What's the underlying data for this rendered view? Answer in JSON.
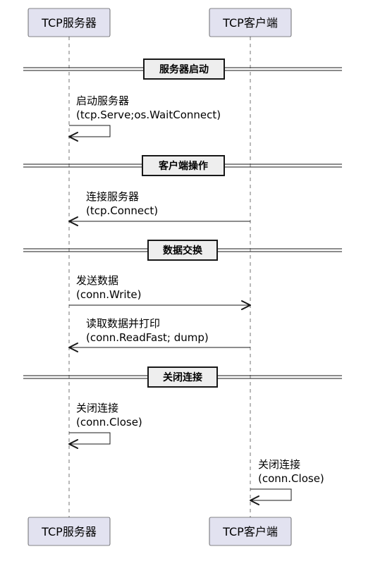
{
  "participants": {
    "server": "TCP服务器",
    "client": "TCP客户端"
  },
  "dividers": {
    "server_start": "服务器启动",
    "client_ops": "客户端操作",
    "data_exchange": "数据交换",
    "close_conn": "关闭连接"
  },
  "messages": {
    "start_server": {
      "line1": "启动服务器",
      "line2": "(tcp.Serve;os.WaitConnect)"
    },
    "connect": {
      "line1": "连接服务器",
      "line2": "(tcp.Connect)"
    },
    "send": {
      "line1": "发送数据",
      "line2": "(conn.Write)"
    },
    "read": {
      "line1": "读取数据并打印",
      "line2": "(conn.ReadFast; dump)"
    },
    "server_close": {
      "line1": "关闭连接",
      "line2": "(conn.Close)"
    },
    "client_close": {
      "line1": "关闭连接",
      "line2": "(conn.Close)"
    }
  }
}
